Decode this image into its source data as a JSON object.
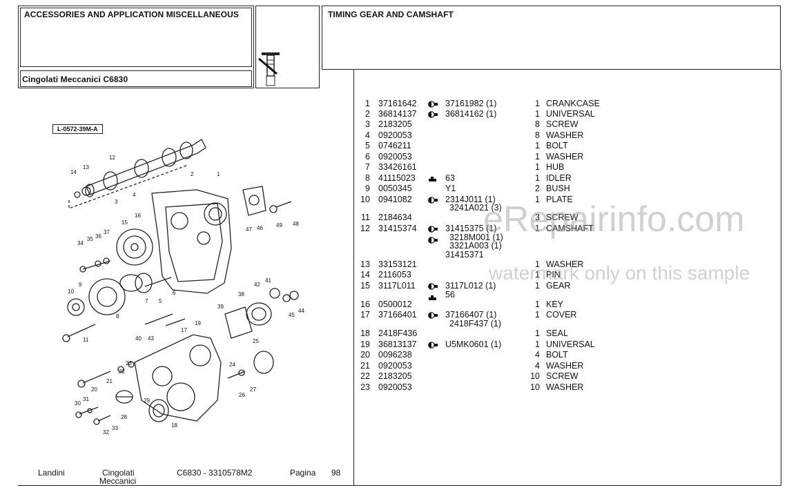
{
  "header": {
    "left_title": "ACCESSORIES AND APPLICATION MISCELLANEOUS",
    "right_title": "TIMING GEAR AND CAMSHAFT",
    "model_title": "Cingolati Meccanici C6830"
  },
  "diagram": {
    "ref_label": "L-0572-39M-A",
    "callouts": [
      "1",
      "2",
      "3",
      "4",
      "5",
      "6",
      "7",
      "8",
      "9",
      "10",
      "11",
      "12",
      "13",
      "14",
      "15",
      "16",
      "17",
      "18",
      "19",
      "20",
      "21",
      "22",
      "23",
      "24",
      "25",
      "26",
      "27",
      "28",
      "29",
      "30",
      "31",
      "32",
      "33",
      "34",
      "35",
      "36",
      "37",
      "38",
      "39",
      "40",
      "41",
      "42",
      "43",
      "44",
      "45",
      "46",
      "47",
      "48",
      "49"
    ]
  },
  "parts": [
    {
      "idx": "1",
      "pn": "37161642",
      "mark": "half",
      "alt": "37161982  (1)",
      "qty": "1",
      "desc": "CRANKCASE"
    },
    {
      "idx": "2",
      "pn": "36814137",
      "mark": "half",
      "alt": "36814162  (1)",
      "qty": "1",
      "desc": "UNIVERSAL"
    },
    {
      "idx": "3",
      "pn": "2183205",
      "mark": "",
      "alt": "",
      "qty": "8",
      "desc": "SCREW"
    },
    {
      "idx": "4",
      "pn": "0920053",
      "mark": "",
      "alt": "",
      "qty": "8",
      "desc": "WASHER"
    },
    {
      "idx": "5",
      "pn": "0746211",
      "mark": "",
      "alt": "",
      "qty": "1",
      "desc": "BOLT"
    },
    {
      "idx": "6",
      "pn": "0920053",
      "mark": "",
      "alt": "",
      "qty": "1",
      "desc": "WASHER"
    },
    {
      "idx": "7",
      "pn": "33426161",
      "mark": "",
      "alt": "",
      "qty": "1",
      "desc": "HUB"
    },
    {
      "idx": "8",
      "pn": "41115023",
      "mark": "tractor",
      "alt": "63",
      "qty": "1",
      "desc": "IDLER"
    },
    {
      "idx": "9",
      "pn": "0050345",
      "mark": "",
      "alt": "Y1",
      "qty": "2",
      "desc": "BUSH"
    },
    {
      "idx": "10",
      "pn": "0941082",
      "mark": "half",
      "alt": "2314J011  (1)",
      "qty": "1",
      "desc": "PLATE"
    },
    {
      "idx": "11",
      "pn": "2184634",
      "mark": "",
      "alt": "",
      "qty": "3",
      "desc": "SCREW"
    },
    {
      "idx": "12",
      "pn": "31415374",
      "mark": "half",
      "alt": "31415375  (1)",
      "qty": "1",
      "desc": "CAMSHAFT"
    },
    {
      "idx": "13",
      "pn": "33153121",
      "mark": "",
      "alt": "",
      "qty": "1",
      "desc": "WASHER"
    },
    {
      "idx": "14",
      "pn": "2116053",
      "mark": "",
      "alt": "",
      "qty": "1",
      "desc": "PIN"
    },
    {
      "idx": "15",
      "pn": "3117L011",
      "mark": "half",
      "alt": "3117L012  (1)",
      "qty": "1",
      "desc": "GEAR"
    },
    {
      "idx": "16",
      "pn": "0500012",
      "mark": "",
      "alt": "",
      "qty": "1",
      "desc": "KEY"
    },
    {
      "idx": "17",
      "pn": "37166401",
      "mark": "half",
      "alt": "37166407  (1)",
      "qty": "1",
      "desc": "COVER"
    },
    {
      "idx": "18",
      "pn": "2418F436",
      "mark": "",
      "alt": "",
      "qty": "1",
      "desc": "SEAL"
    },
    {
      "idx": "19",
      "pn": "36813137",
      "mark": "half",
      "alt": "U5MK0601     (1)",
      "qty": "1",
      "desc": "UNIVERSAL"
    },
    {
      "idx": "20",
      "pn": "0096238",
      "mark": "",
      "alt": "",
      "qty": "4",
      "desc": "BOLT"
    },
    {
      "idx": "21",
      "pn": "0920053",
      "mark": "",
      "alt": "",
      "qty": "4",
      "desc": "WASHER"
    },
    {
      "idx": "22",
      "pn": "2183205",
      "mark": "",
      "alt": "",
      "qty": "10",
      "desc": "SCREW"
    },
    {
      "idx": "23",
      "pn": "0920053",
      "mark": "",
      "alt": "",
      "qty": "10",
      "desc": "WASHER"
    }
  ],
  "sub_lines": {
    "r10_a": "3241A021  (3)",
    "r12_a": "3218M001  (1)",
    "r12_b": "3321A003  (1)",
    "r12_c": "31415371",
    "r15_a": "56",
    "r17_a": "2418F437  (1)"
  },
  "footer": {
    "brand": "Landini",
    "series_1": "Cingolati",
    "series_2": "Meccanici",
    "model": "C6830 - 3310578M2",
    "page_label": "Pagina",
    "page_number": "98"
  },
  "watermark": {
    "site": "eRepairinfo.com",
    "note": "watermark only on this sample"
  },
  "colors": {
    "ink": "#111111",
    "watermark": "#9a9a9a"
  }
}
